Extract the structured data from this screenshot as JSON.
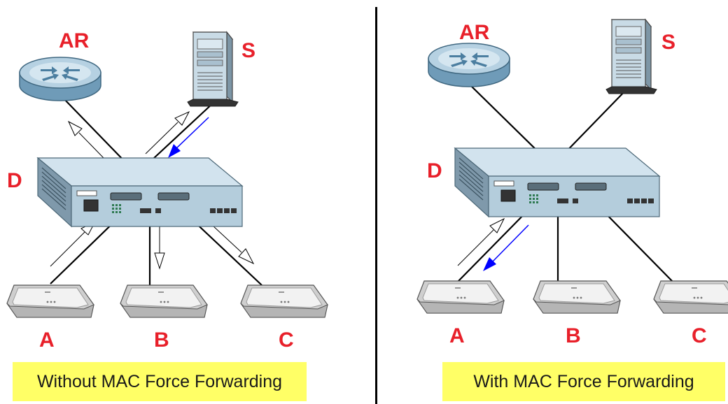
{
  "left_panel": {
    "labels": {
      "ar": "AR",
      "s": "S",
      "d": "D",
      "a": "A",
      "b": "B",
      "c": "C"
    },
    "caption": "Without MAC Force Forwarding"
  },
  "right_panel": {
    "labels": {
      "ar": "AR",
      "s": "S",
      "d": "D",
      "a": "A",
      "b": "B",
      "c": "C"
    },
    "caption": "With MAC Force Forwarding"
  },
  "colors": {
    "label": "#e8202a",
    "caption_bg": "#ffff66",
    "blue_arrow": "#0000ff",
    "link": "#000000",
    "switch_body": "#c4d9e6",
    "router_body": "#a9c8dc",
    "server_body": "#c9dbe6",
    "ap_body": "#e6e6e6"
  },
  "icons": [
    "router-icon",
    "server-icon",
    "switch-icon",
    "access-point-icon"
  ]
}
